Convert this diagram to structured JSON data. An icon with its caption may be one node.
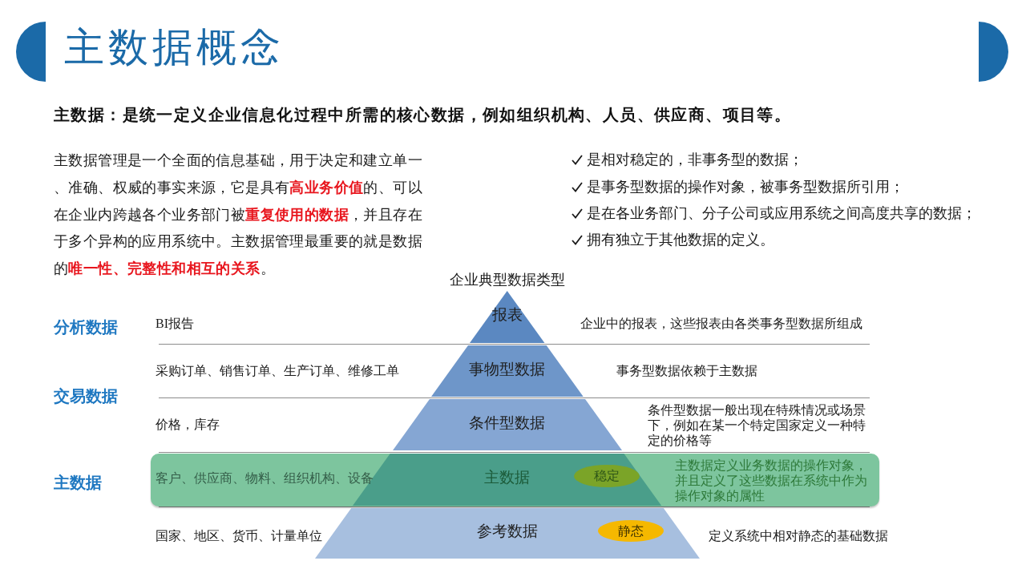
{
  "diagram": {
    "title": "主数据概念",
    "nodes": [
      {
        "text": [
          "报表"
        ]
      },
      {
        "text": [
          "事物型数据"
        ]
      },
      {
        "text": [
          "条件型数据"
        ]
      },
      {
        "text": [
          "客户、供应商、物料、组织机构、设备",
          "主数据定义业务数据的操作对象，并且定义了这些数据在系统中作为操作对象的属性"
        ]
      },
      {
        "text": [
          "主数据"
        ],
        "in": 3
      },
      {
        "text": [
          "稳定"
        ],
        "in": 4
      },
      {
        "text": [
          "参考数据"
        ]
      },
      {
        "text": [
          "静态"
        ],
        "in": 6
      }
    ],
    "labels": [
      "主数据：是统一定义企业信息化过程中所需的核心数据，例如组织机构、人员、供应商、项目等。",
      "主数据管理是一个全面的信息基础，用于决定和建立单一、准确、权威的事实来源，它是具有**高业务价值**的、可以在企业内跨越各个业务部门被**重复使用的数据**，并且存在于多个异构的应用系统中。主数据管理最重要的就是数据的**唯一性、完整性和相互的关系**。",
      "是相对稳定的，非事务型的数据；",
      "是事务型数据的操作对象，被事务型数据所引用；",
      "是在各业务部门、分子公司或应用系统之间高度共享的数据；",
      "拥有独立于其他数据的定义。",
      "企业典型数据类型",
      "分析数据",
      "BI报告",
      "企业中的报表，这些报表由各类事务型数据所组成",
      "采购订单、销售订单、生产订单、维修工单",
      "事务型数据依赖于主数据",
      "交易数据",
      "价格，库存",
      "条件型数据一般出现在特殊情况或场景下，例如在某一个特定国家定义一种特定的价格等",
      "主数据",
      "国家、地区、货币、计量单位",
      "定义系统中相对静态的基础数据"
    ]
  }
}
